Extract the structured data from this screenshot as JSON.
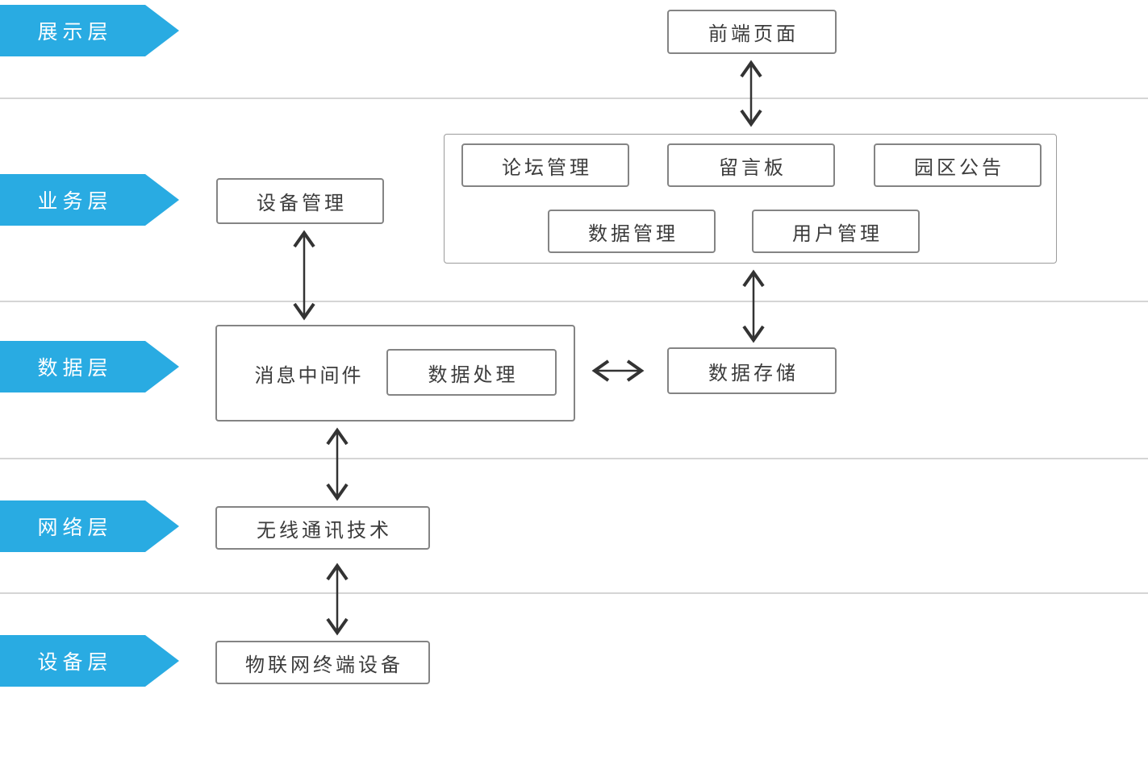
{
  "diagram": {
    "layers": [
      {
        "id": "presentation",
        "label": "展示层"
      },
      {
        "id": "business",
        "label": "业务层"
      },
      {
        "id": "data",
        "label": "数据层"
      },
      {
        "id": "network",
        "label": "网络层"
      },
      {
        "id": "device",
        "label": "设备层"
      }
    ],
    "nodes": {
      "front_page": "前端页面",
      "device_mgmt": "设备管理",
      "forum_mgmt": "论坛管理",
      "message_board": "留言板",
      "park_notice": "园区公告",
      "data_mgmt": "数据管理",
      "user_mgmt": "用户管理",
      "middleware": "消息中间件",
      "data_processing": "数据处理",
      "data_storage": "数据存储",
      "wireless_tech": "无线通讯技术",
      "iot_terminal": "物联网终端设备"
    },
    "edges": [
      {
        "from": "front_page",
        "to": "business_group",
        "direction": "bidirectional"
      },
      {
        "from": "device_mgmt",
        "to": "middleware_box",
        "direction": "bidirectional"
      },
      {
        "from": "business_group",
        "to": "data_storage",
        "direction": "bidirectional"
      },
      {
        "from": "data_processing",
        "to": "data_storage",
        "direction": "bidirectional"
      },
      {
        "from": "middleware_box",
        "to": "wireless_tech",
        "direction": "bidirectional"
      },
      {
        "from": "wireless_tech",
        "to": "iot_terminal",
        "direction": "bidirectional"
      }
    ],
    "colors": {
      "layer_tag": "#29abe2",
      "layer_tag_text": "#ffffff",
      "box_border": "#848484",
      "group_border": "#9b9b9b",
      "divider": "#d5d5d5",
      "arrow_color": "#333333",
      "text_color": "#3c3c3c",
      "bg": "#ffffff"
    }
  }
}
